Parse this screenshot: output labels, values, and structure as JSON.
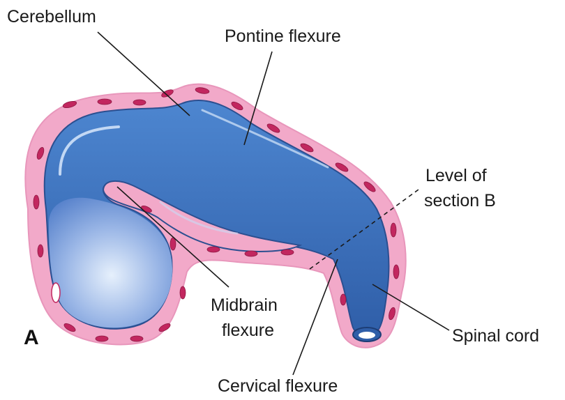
{
  "panel_letter": "A",
  "labels": {
    "cerebellum": "Cerebellum",
    "pontine_flexure": "Pontine flexure",
    "level_line1": "Level of",
    "level_line2": "section B",
    "midbrain_line1": "Midbrain",
    "midbrain_line2": "flexure",
    "spinal_cord": "Spinal cord",
    "cervical_flexure": "Cervical flexure"
  },
  "colors": {
    "tissue_pink": "#f0a8c8",
    "vessel_magenta": "#c2275f",
    "ventricle_blue": "#3a6fc0",
    "ventricle_light": "#cfe0f6"
  }
}
